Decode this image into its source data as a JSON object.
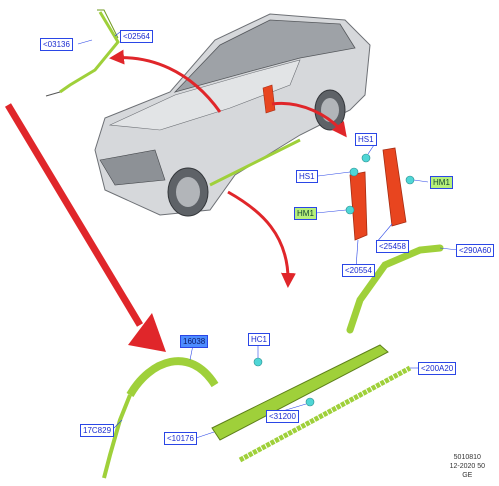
{
  "labels": {
    "l03136": "<03136",
    "l02564": "<02564",
    "hs1_top": "HS1",
    "hs1_left": "HS1",
    "hm1_right": "HM1",
    "hm1_left": "HM1",
    "l25458": "<25458",
    "l20554": "<20554",
    "l290a60": "<290A60",
    "l16038": "16038",
    "hc1": "HC1",
    "l200a20": "<200A20",
    "l17c829": "17C829",
    "l31200": "<31200",
    "l10176": "<10176"
  },
  "footer": {
    "code": "5010810",
    "date": "12-2020 50",
    "region": "GE"
  },
  "colors": {
    "part_green": "#9fd03a",
    "part_red": "#e8451f",
    "arrow_red": "#e0262a",
    "clip_teal": "#4fd6d6",
    "label_blue": "#2a46e6",
    "car_grey": "#c9cbce"
  }
}
